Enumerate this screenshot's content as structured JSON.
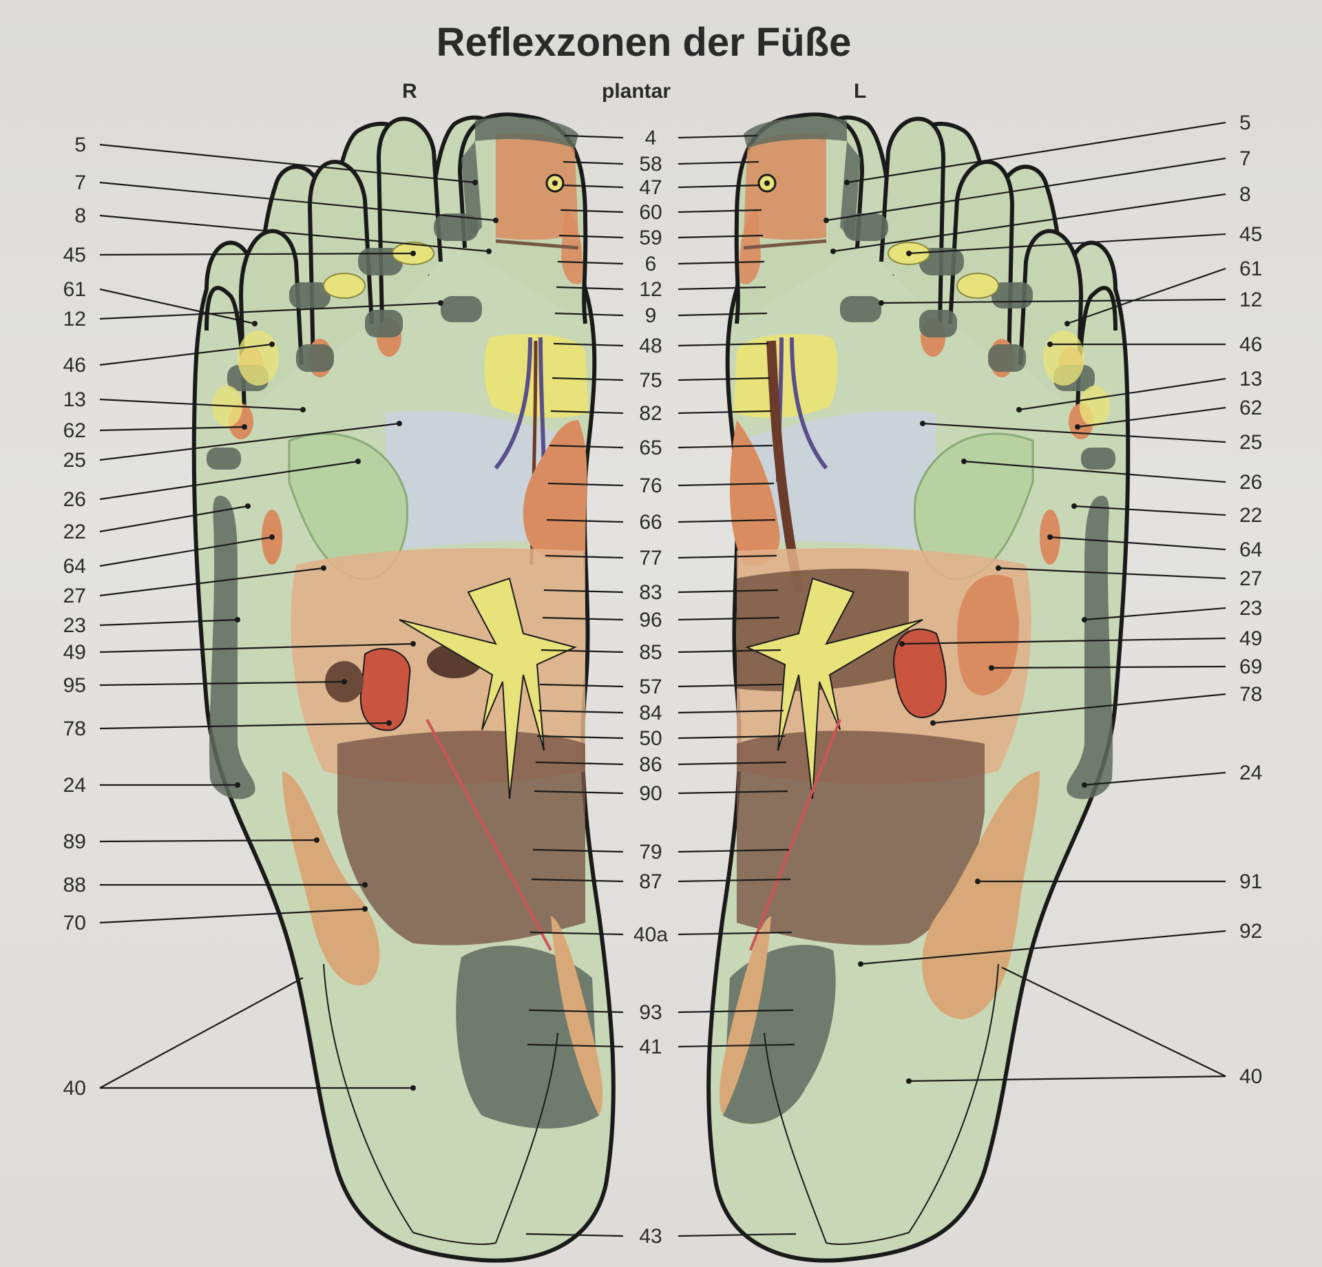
{
  "title": "Reflexzonen der Füße",
  "view_label": "plantar",
  "right_foot_label": "R",
  "left_foot_label": "L",
  "labels_left": [
    "5",
    "7",
    "8",
    "45",
    "61",
    "12",
    "46",
    "13",
    "62",
    "25",
    "26",
    "22",
    "64",
    "27",
    "23",
    "49",
    "95",
    "78",
    "24",
    "89",
    "88",
    "70",
    "40"
  ],
  "labels_center": [
    "4",
    "58",
    "47",
    "60",
    "59",
    "6",
    "12",
    "9",
    "48",
    "75",
    "82",
    "65",
    "76",
    "66",
    "77",
    "83",
    "96",
    "85",
    "57",
    "84",
    "50",
    "86",
    "90",
    "79",
    "87",
    "40a",
    "93",
    "41",
    "43"
  ],
  "labels_right": [
    "5",
    "7",
    "8",
    "45",
    "61",
    "12",
    "46",
    "13",
    "62",
    "25",
    "26",
    "22",
    "64",
    "27",
    "23",
    "49",
    "69",
    "78",
    "24",
    "91",
    "92",
    "40"
  ],
  "colors": {
    "skin_green": "#c9d8b8",
    "orange": "#d98c5f",
    "red": "#c9543f",
    "yellow": "#e8e27a",
    "dark_green": "#5f6b5f",
    "brown": "#7a5847",
    "tan": "#d9a878",
    "blue_gray": "#c9d3dd",
    "purple": "#5a4f8a",
    "outline": "#1e1e1e"
  }
}
